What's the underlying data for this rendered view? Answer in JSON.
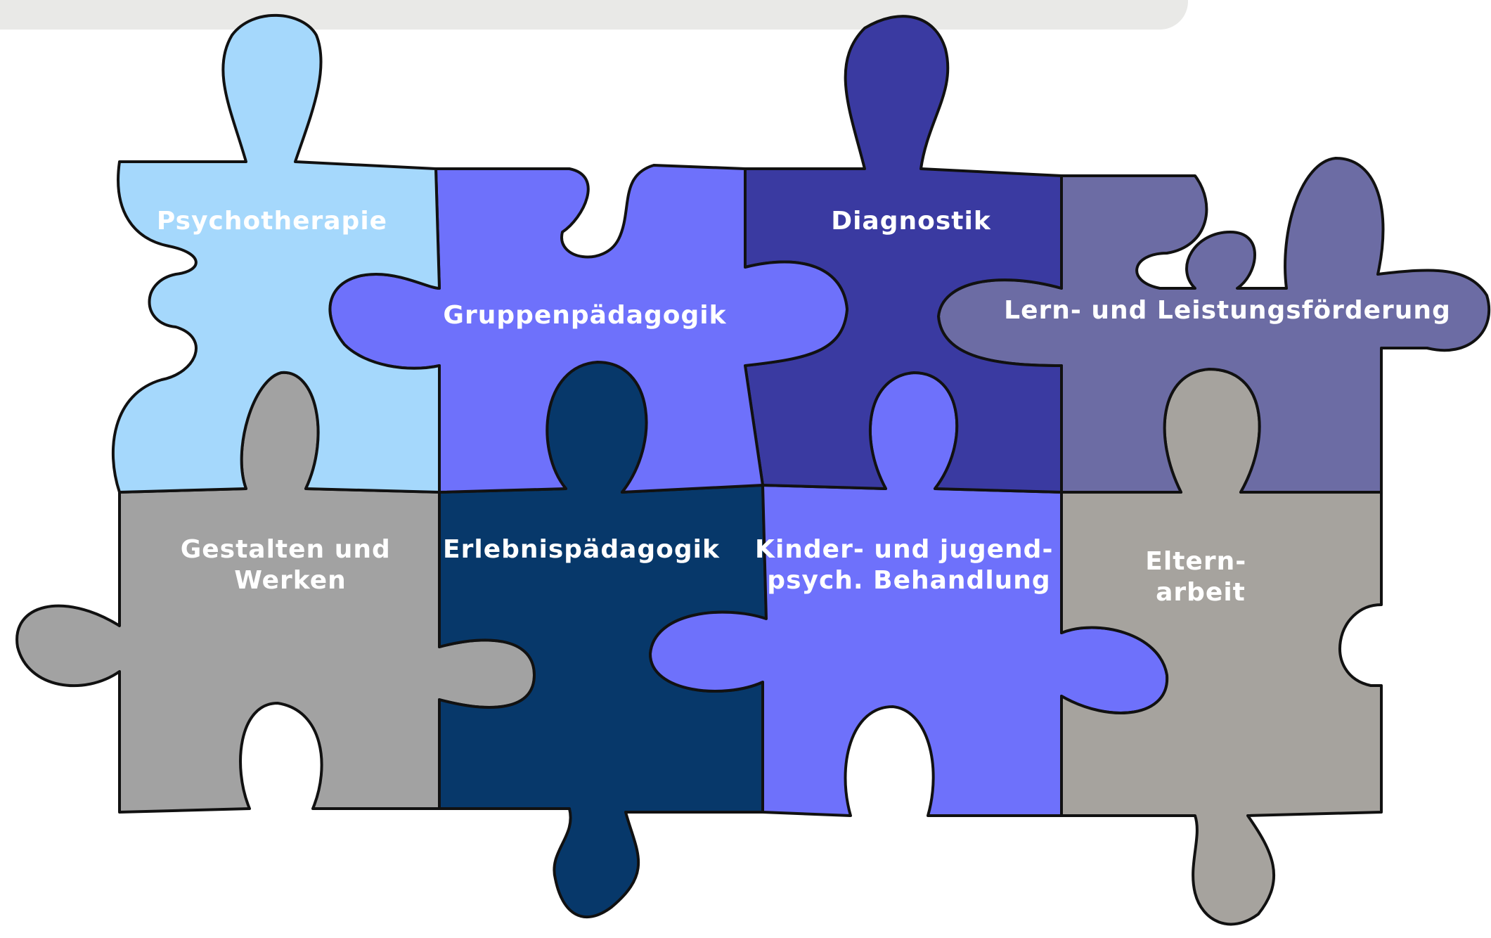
{
  "pieces": [
    {
      "id": "psychotherapie",
      "lines": [
        "Psychotherapie"
      ],
      "color": "#a5d8fc"
    },
    {
      "id": "gruppenpaedagogik",
      "lines": [
        "Gruppenpädagogik"
      ],
      "color": "#6e71fb"
    },
    {
      "id": "diagnostik",
      "lines": [
        "Diagnostik"
      ],
      "color": "#3a3aa1"
    },
    {
      "id": "lern-leistungsfoerderung",
      "lines": [
        "Lern- und Leistungsförderung"
      ],
      "color": "#6c6ca4"
    },
    {
      "id": "gestalten-werken",
      "lines": [
        "Gestalten und",
        "Werken"
      ],
      "color": "#a2a2a2"
    },
    {
      "id": "erlebnispaedagogik",
      "lines": [
        "Erlebnispädagogik"
      ],
      "color": "#07386a"
    },
    {
      "id": "kinder-jugendpsych",
      "lines": [
        "Kinder- und jugend-",
        "psych. Behandlung"
      ],
      "color": "#6e71fb"
    },
    {
      "id": "elternarbeit",
      "lines": [
        "Eltern-",
        "arbeit"
      ],
      "color": "#a6a39e"
    }
  ]
}
